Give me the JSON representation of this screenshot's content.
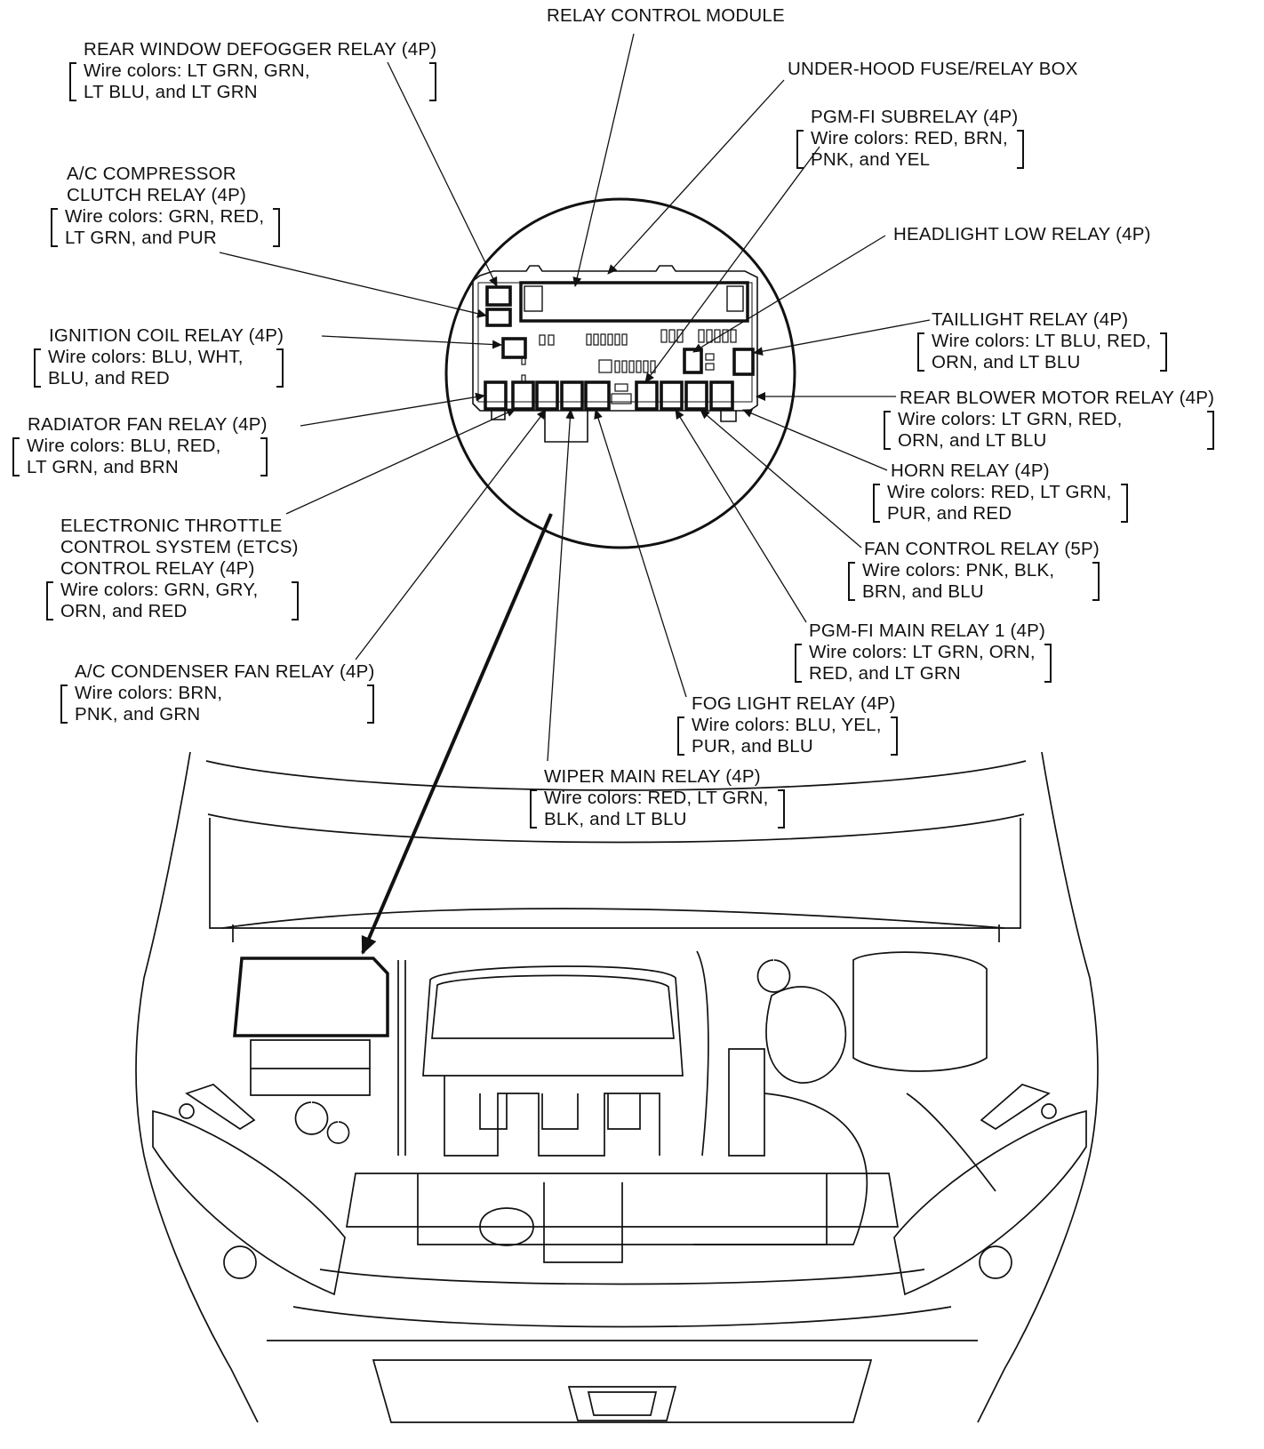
{
  "callouts": {
    "relay_control_module": "RELAY CONTROL MODULE",
    "under_hood_box": "UNDER-HOOD FUSE/RELAY BOX",
    "rear_defogger": {
      "title": "REAR WINDOW DEFOGGER RELAY (4P)",
      "wires1": "Wire colors: LT GRN, GRN,",
      "wires2": "LT BLU, and LT GRN"
    },
    "ac_compressor": {
      "title1": "A/C COMPRESSOR",
      "title2": "CLUTCH RELAY (4P)",
      "wires1": "Wire colors: GRN, RED,",
      "wires2": "LT GRN, and PUR"
    },
    "ignition_coil": {
      "title": "IGNITION COIL RELAY (4P)",
      "wires1": "Wire colors: BLU, WHT,",
      "wires2": "BLU, and RED"
    },
    "radiator_fan": {
      "title": "RADIATOR FAN RELAY (4P)",
      "wires1": "Wire colors: BLU, RED,",
      "wires2": "LT GRN, and BRN"
    },
    "etcs": {
      "title1": "ELECTRONIC THROTTLE",
      "title2": "CONTROL SYSTEM (ETCS)",
      "title3": "CONTROL RELAY (4P)",
      "wires1": "Wire colors: GRN, GRY,",
      "wires2": "ORN, and RED"
    },
    "ac_condenser": {
      "title": "A/C CONDENSER FAN RELAY (4P)",
      "wires1": "Wire colors: BRN,",
      "wires2": "PNK, and GRN"
    },
    "pgmfi_subrelay": {
      "title": "PGM-FI SUBRELAY (4P)",
      "wires1": "Wire colors: RED, BRN,",
      "wires2": "PNK, and YEL"
    },
    "headlight_low": {
      "title": "HEADLIGHT LOW RELAY (4P)"
    },
    "taillight": {
      "title": "TAILLIGHT RELAY (4P)",
      "wires1": "Wire colors: LT BLU, RED,",
      "wires2": "ORN, and LT BLU"
    },
    "rear_blower": {
      "title": "REAR BLOWER MOTOR RELAY (4P)",
      "wires1": "Wire colors: LT GRN, RED,",
      "wires2": "ORN, and LT BLU"
    },
    "horn": {
      "title": "HORN RELAY (4P)",
      "wires1": "Wire colors: RED, LT GRN,",
      "wires2": "PUR, and RED"
    },
    "fan_control": {
      "title": "FAN CONTROL RELAY (5P)",
      "wires1": "Wire colors: PNK, BLK,",
      "wires2": "BRN, and BLU"
    },
    "pgmfi_main1": {
      "title": "PGM-FI MAIN RELAY 1 (4P)",
      "wires1": "Wire colors: LT GRN, ORN,",
      "wires2": "RED, and LT GRN"
    },
    "fog_light": {
      "title": "FOG LIGHT RELAY (4P)",
      "wires1": "Wire colors: BLU, YEL,",
      "wires2": "PUR, and BLU"
    },
    "wiper_main": {
      "title": "WIPER MAIN RELAY (4P)",
      "wires1": "Wire colors: RED, LT GRN,",
      "wires2": "BLK, and LT BLU"
    }
  }
}
